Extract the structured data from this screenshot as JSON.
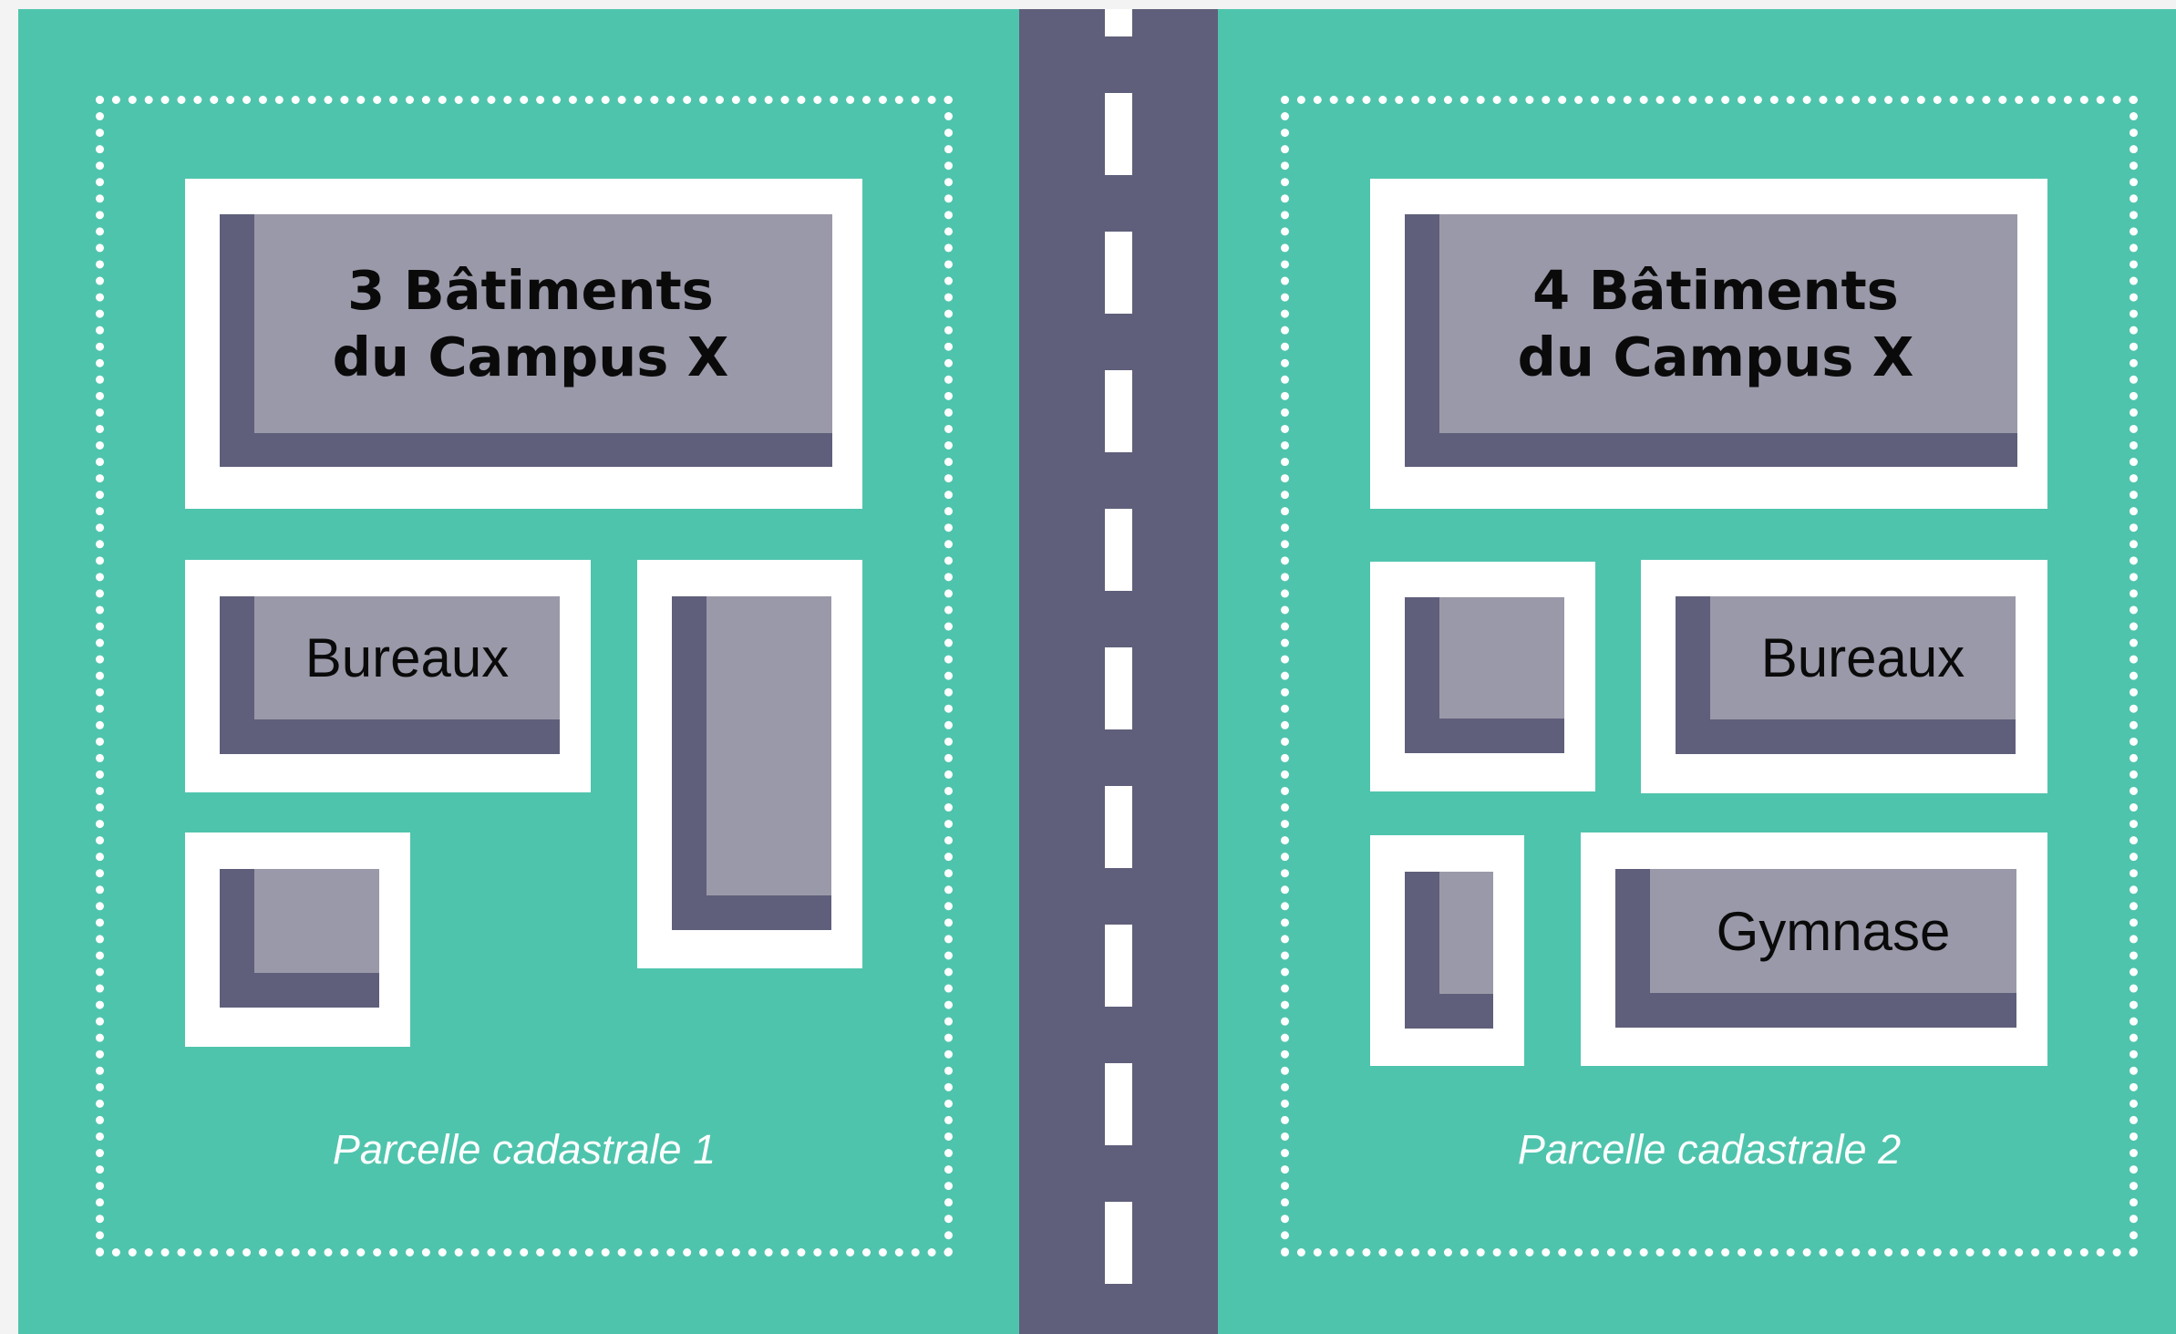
{
  "colors": {
    "ground": "#4fc4ad",
    "road": "#5f5f7b",
    "building_roof": "#9a99a9",
    "building_shadow": "#5f5f7b",
    "outline": "#ffffff"
  },
  "parcel_1": {
    "label": "Parcelle cadastrale 1",
    "main_building": {
      "line1": "3 Bâtiments",
      "line2": "du Campus X"
    },
    "offices": "Bureaux"
  },
  "parcel_2": {
    "label": "Parcelle cadastrale 2",
    "main_building": {
      "line1": "4 Bâtiments",
      "line2": "du Campus X"
    },
    "offices": "Bureaux",
    "gym": "Gymnase"
  }
}
